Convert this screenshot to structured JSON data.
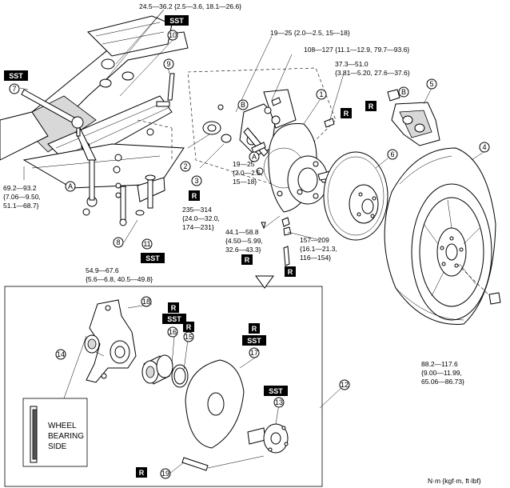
{
  "torques": {
    "t24": "24.5—36.2 {2.5—3.6, 18.1—26.6}",
    "t19a": "19—25 {2.0—2.5, 15—18}",
    "t108": "108—127 {11.1—12.9, 79.7—93.6}",
    "t37_l1": "37.3—51.0",
    "t37_l2": "{3.81—5.20, 27.6—37.6}",
    "t19b_l1": "19—25",
    "t19b_l2": "{2.0—2.5,",
    "t19b_l3": "15—18}",
    "t235_l1": "235—314",
    "t235_l2": "{24.0—32.0,",
    "t235_l3": "174—231}",
    "t69_l1": "69.2—93.2",
    "t69_l2": "{7.06—9.50,",
    "t69_l3": "51.1—68.7}",
    "t44_l1": "44.1—58.8",
    "t44_l2": "{4.50—5.99,",
    "t44_l3": "32.6—43.3}",
    "t157_l1": "157—209",
    "t157_l2": "{16.1—21.3,",
    "t157_l3": "116—154}",
    "t54_l1": "54.9—67.6",
    "t54_l2": "{5.6—6.8, 40.5—49.8}",
    "t88_l1": "88.2—117.6",
    "t88_l2": "{9.00—11.99,",
    "t88_l3": "65.06—86.73}"
  },
  "badges": {
    "sst": "SST",
    "r": "R"
  },
  "letters": {
    "a": "A",
    "b": "B"
  },
  "parts": [
    "1",
    "2",
    "3",
    "4",
    "5",
    "6",
    "7",
    "8",
    "9",
    "10",
    "11",
    "12",
    "13",
    "14",
    "15",
    "16",
    "17",
    "18",
    "19"
  ],
  "wheel_bearing_side": {
    "l1": "WHEEL",
    "l2": "BEARING",
    "l3": "SIDE"
  },
  "units": "N·m {kgf·m, ft·lbf}"
}
